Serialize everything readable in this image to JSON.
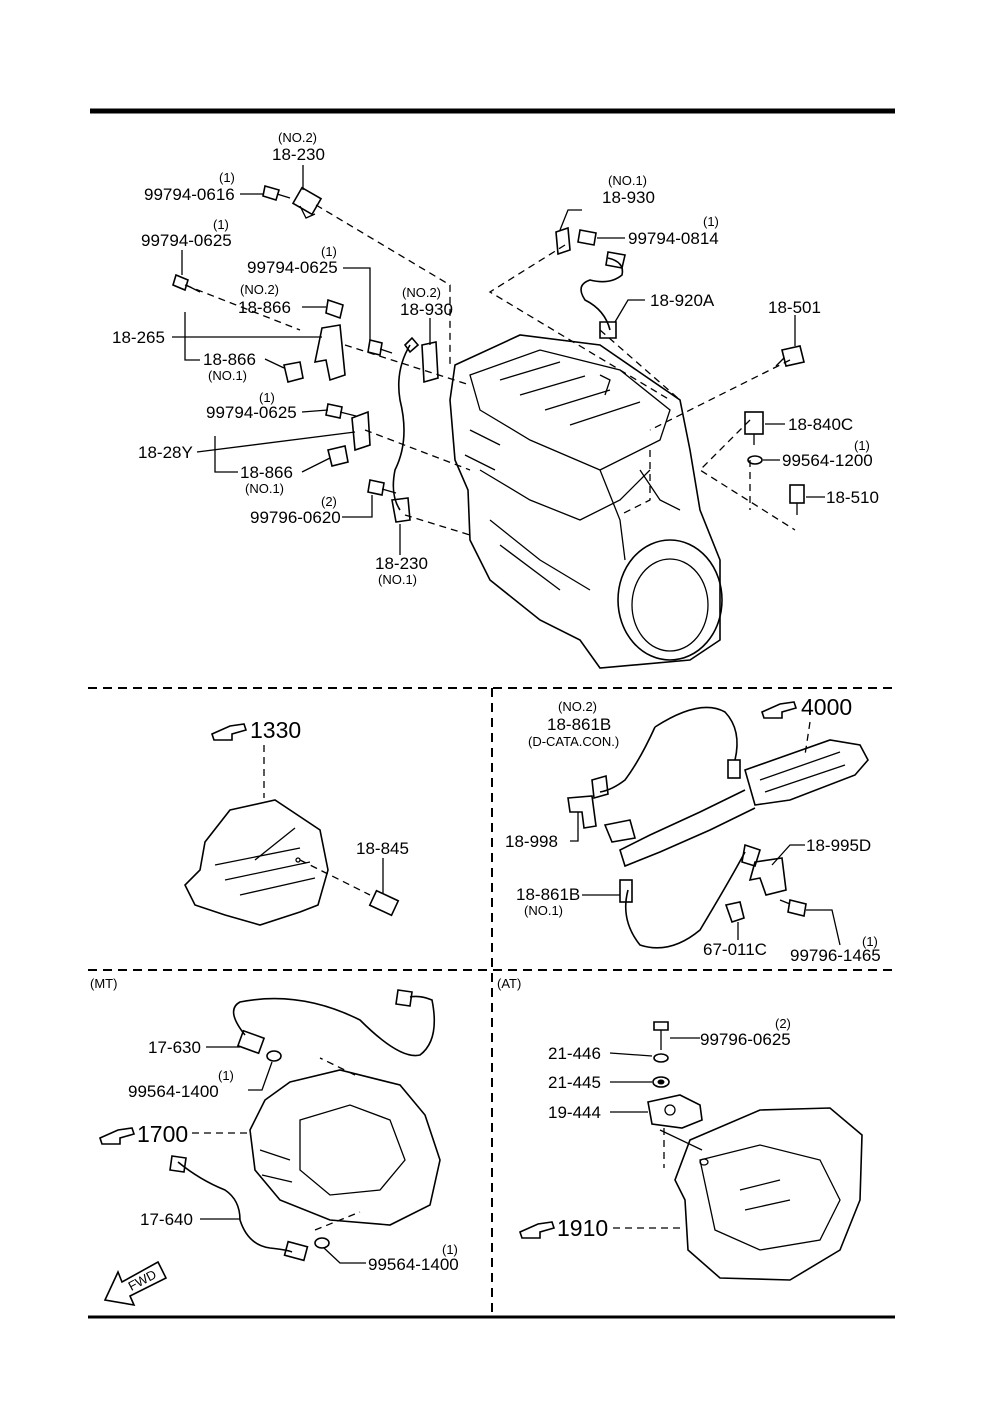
{
  "engine_section": {
    "lbl_18230_no2_sub": "(NO.2)",
    "lbl_18230_no2": "18-230",
    "lbl_0616_qty": "(1)",
    "lbl_0616": "99794-0616",
    "lbl_0625a_qty": "(1)",
    "lbl_0625a": "99794-0625",
    "lbl_0625b_qty": "(1)",
    "lbl_0625b": "99794-0625",
    "lbl_18866_no2_sub": "(NO.2)",
    "lbl_18866_no2": "18-866",
    "lbl_18265": "18-265",
    "lbl_18866_no1a": "18-866",
    "lbl_18866_no1a_sub": "(NO.1)",
    "lbl_0625c_qty": "(1)",
    "lbl_0625c": "99794-0625",
    "lbl_1828y": "18-28Y",
    "lbl_18866_no1b": "18-866",
    "lbl_18866_no1b_sub": "(NO.1)",
    "lbl_0620_qty": "(2)",
    "lbl_0620": "99796-0620",
    "lbl_18230_no1": "18-230",
    "lbl_18230_no1_sub": "(NO.1)",
    "lbl_18930_no2_sub": "(NO.2)",
    "lbl_18930_no2": "18-930",
    "lbl_18930_no1_sub": "(NO.1)",
    "lbl_18930_no1": "18-930",
    "lbl_0814_qty": "(1)",
    "lbl_0814": "99794-0814",
    "lbl_18920a": "18-920A",
    "lbl_18501": "18-501",
    "lbl_18840c": "18-840C",
    "lbl_1200_qty": "(1)",
    "lbl_1200": "99564-1200",
    "lbl_18510": "18-510"
  },
  "intake_section": {
    "ref_1330": "1330",
    "lbl_18845": "18-845"
  },
  "exhaust_section": {
    "lbl_18861b_no2_sub": "(NO.2)",
    "lbl_18861b_no2": "18-861B",
    "lbl_18861b_no2_note": "(D-CATA.CON.)",
    "ref_4000": "4000",
    "lbl_18998": "18-998",
    "lbl_18995d": "18-995D",
    "lbl_18861b_no1": "18-861B",
    "lbl_18861b_no1_sub": "(NO.1)",
    "lbl_67011c": "67-011C",
    "lbl_1465": "99796-1465",
    "lbl_1465_qty": "(1)"
  },
  "mt_section": {
    "title": "(MT)",
    "lbl_17630": "17-630",
    "lbl_1400a_qty": "(1)",
    "lbl_1400a": "99564-1400",
    "ref_1700": "1700",
    "lbl_17640": "17-640",
    "lbl_1400b_qty": "(1)",
    "lbl_1400b": "99564-1400",
    "fwd": "FWD"
  },
  "at_section": {
    "title": "(AT)",
    "lbl_0625_qty": "(2)",
    "lbl_0625": "99796-0625",
    "lbl_21446": "21-446",
    "lbl_21445": "21-445",
    "lbl_19444": "19-444",
    "ref_1910": "1910"
  }
}
